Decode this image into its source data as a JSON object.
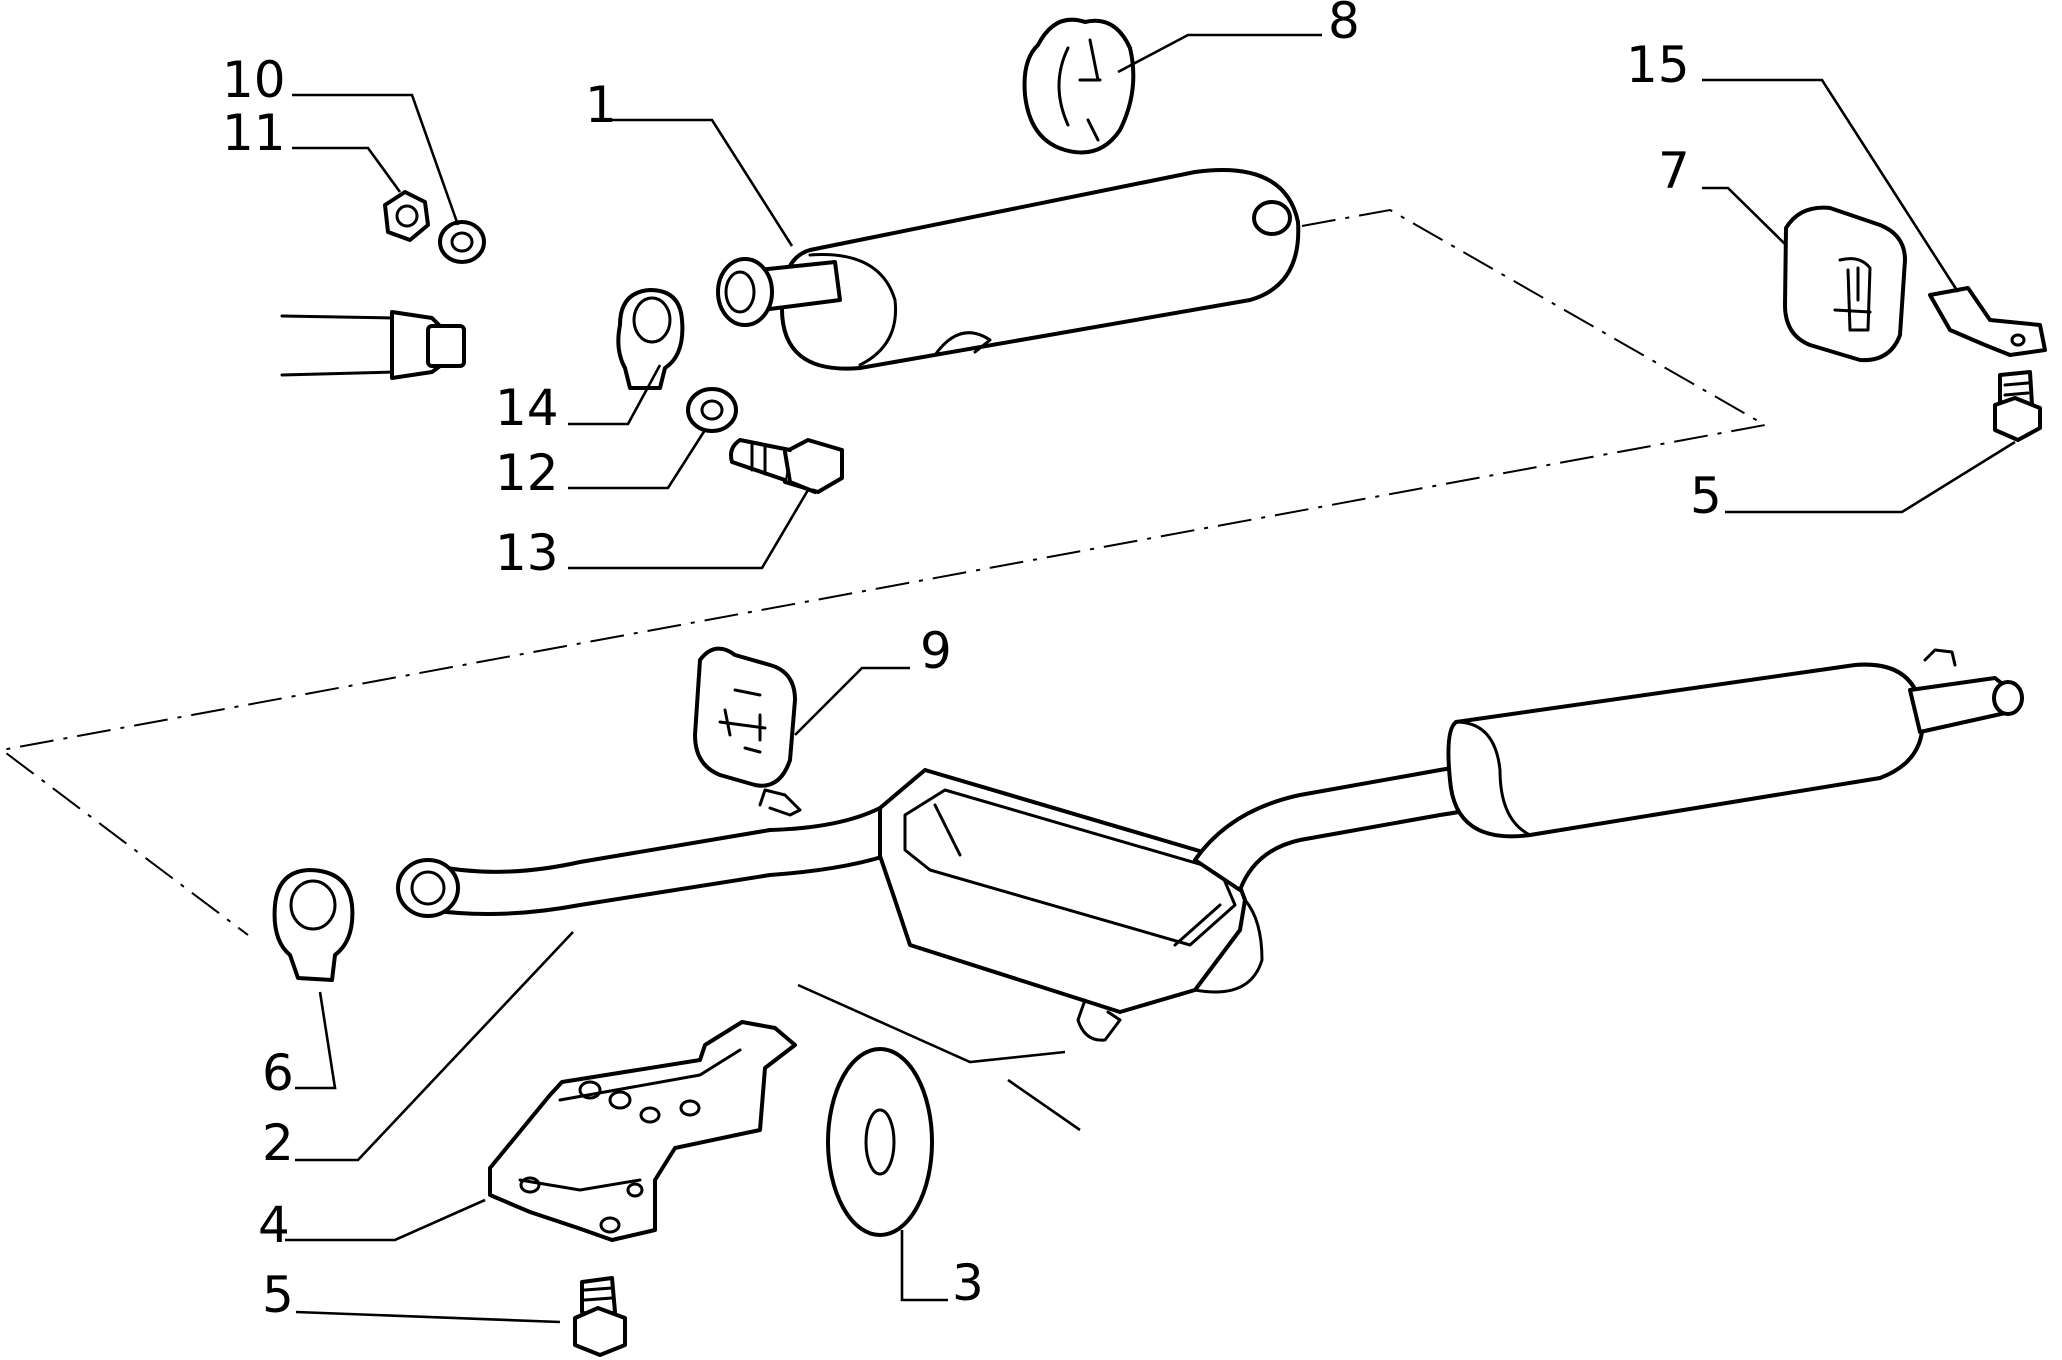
{
  "diagram": {
    "callouts": [
      {
        "id": "c1",
        "text": "1"
      },
      {
        "id": "c2",
        "text": "2"
      },
      {
        "id": "c3",
        "text": "3"
      },
      {
        "id": "c4",
        "text": "4"
      },
      {
        "id": "c5a",
        "text": "5"
      },
      {
        "id": "c5b",
        "text": "5"
      },
      {
        "id": "c6",
        "text": "6"
      },
      {
        "id": "c7",
        "text": "7"
      },
      {
        "id": "c8",
        "text": "8"
      },
      {
        "id": "c9",
        "text": "9"
      },
      {
        "id": "c10",
        "text": "10"
      },
      {
        "id": "c11",
        "text": "11"
      },
      {
        "id": "c12",
        "text": "12"
      },
      {
        "id": "c13",
        "text": "13"
      },
      {
        "id": "c14",
        "text": "14"
      },
      {
        "id": "c15",
        "text": "15"
      }
    ]
  }
}
